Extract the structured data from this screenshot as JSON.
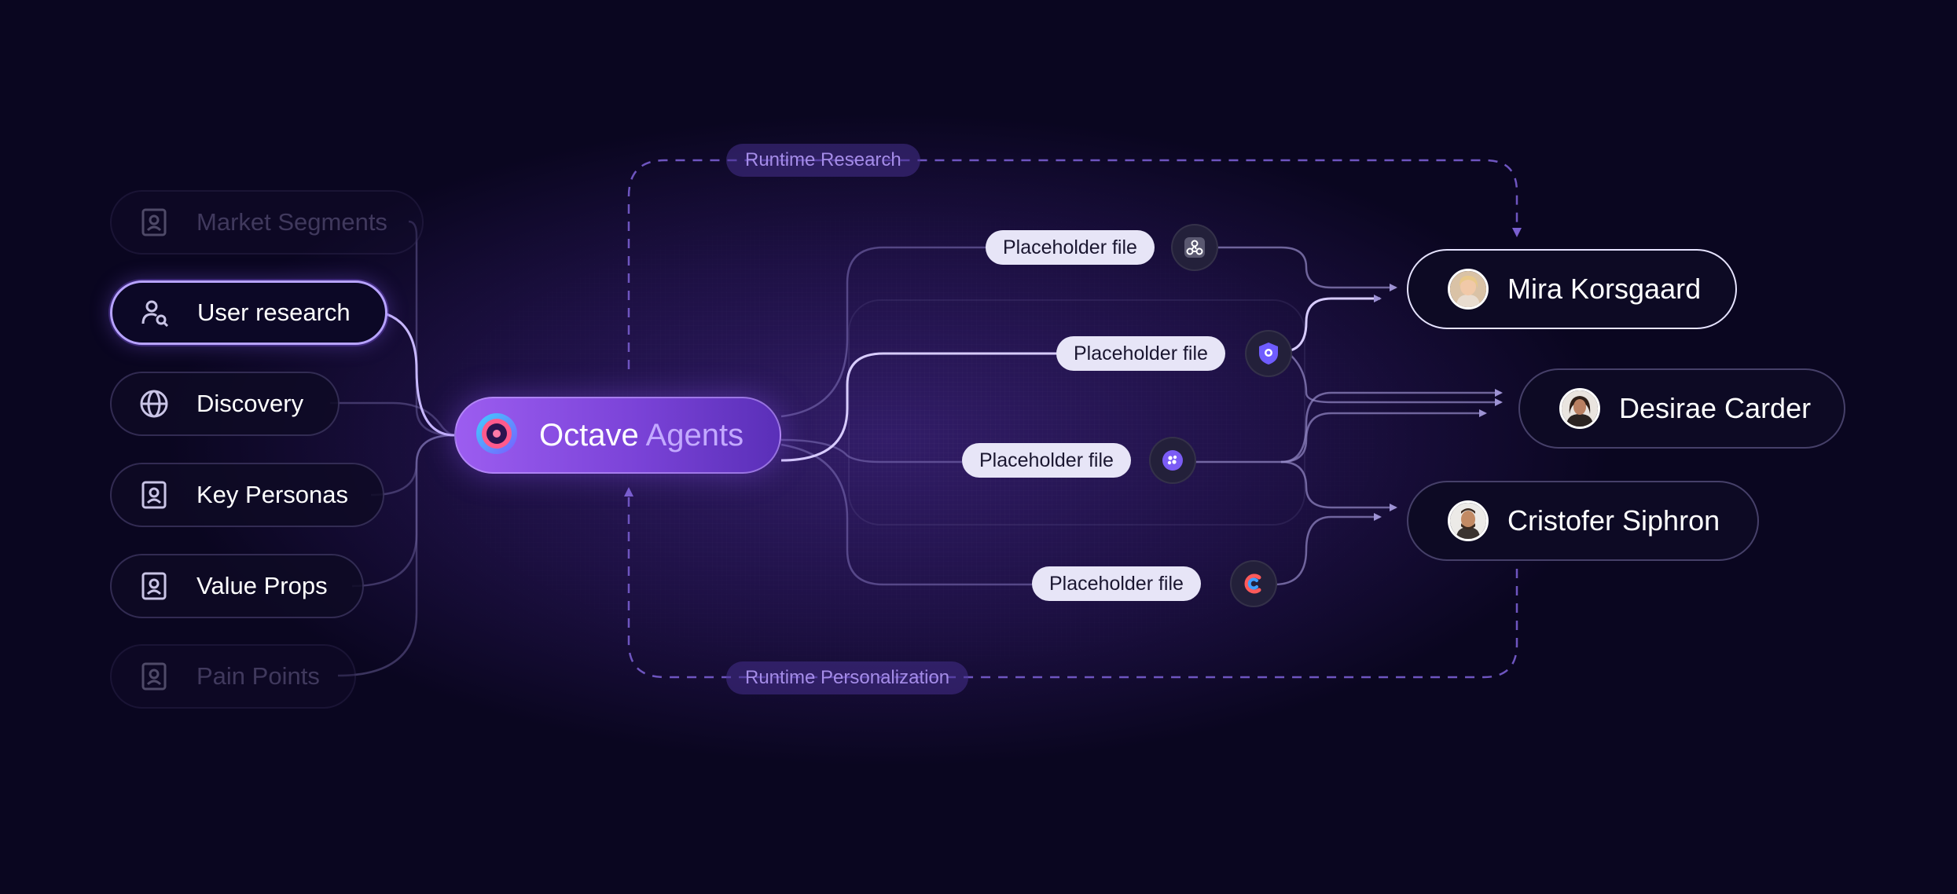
{
  "sources": [
    {
      "label": "Market Segments",
      "icon": "contact-book-icon",
      "state": "faded"
    },
    {
      "label": "User research",
      "icon": "user-search-icon",
      "state": "active"
    },
    {
      "label": "Discovery",
      "icon": "globe-icon",
      "state": "normal"
    },
    {
      "label": "Key Personas",
      "icon": "contact-book-icon",
      "state": "normal"
    },
    {
      "label": "Value Props",
      "icon": "contact-book-icon",
      "state": "normal"
    },
    {
      "label": "Pain Points",
      "icon": "contact-book-icon",
      "state": "faded"
    }
  ],
  "hub": {
    "title_main": "Octave",
    "title_accent": "Agents",
    "icon": "octave-logo-icon"
  },
  "files": [
    {
      "label": "Placeholder file",
      "icon": "webhook-icon"
    },
    {
      "label": "Placeholder file",
      "icon": "shield-icon"
    },
    {
      "label": "Placeholder file",
      "icon": "cluster-icon"
    },
    {
      "label": "Placeholder file",
      "icon": "c-logo-icon"
    }
  ],
  "runtime": {
    "research": "Runtime Research",
    "personalization": "Runtime Personalization"
  },
  "people": [
    {
      "name": "Mira Korsgaard"
    },
    {
      "name": "Desirae Carder"
    },
    {
      "name": "Cristofer Siphron"
    }
  ],
  "colors": {
    "background": "#0a0620",
    "hub_start": "#9c5df0",
    "hub_end": "#5a2fb8",
    "accent_text": "#c3a9ff",
    "active_border": "#b7a3ff",
    "file_tag_bg": "#e7e5f7",
    "runtime_text": "#a58ce8",
    "wire": "#6b5fa0",
    "wire_active": "#c8b8ff"
  }
}
